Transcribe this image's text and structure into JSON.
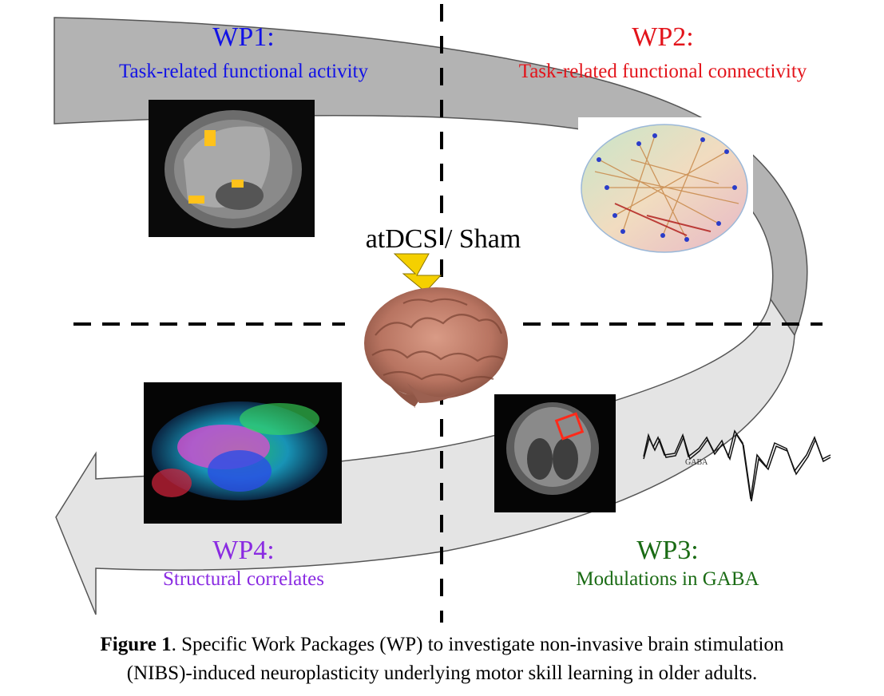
{
  "center": {
    "label": "atDCS / Sham",
    "brain_icon": "brain-icon",
    "bolt_icon": "lightning-bolt-icon",
    "bolt_color": "#f5d000"
  },
  "wp1": {
    "title": "WP1:",
    "subtitle": "Task-related functional activity",
    "color": "#1212e6",
    "image": "fmri-sagittal-activation-image"
  },
  "wp2": {
    "title": "WP2:",
    "subtitle": "Task-related functional connectivity",
    "color": "#e3141b",
    "image": "brain-connectivity-network-image"
  },
  "wp3": {
    "title": "WP3:",
    "subtitle": "Modulations in GABA",
    "color": "#1a6b14",
    "image": "mrs-coronal-voxel-image",
    "spectrum_label": "GABA",
    "spectrum_image": "gaba-spectrum-plot"
  },
  "wp4": {
    "title": "WP4:",
    "subtitle": "Structural correlates",
    "color": "#8a2be2",
    "image": "dti-tractography-image"
  },
  "caption": {
    "label": "Figure 1",
    "text": ". Specific Work Packages (WP) to investigate non-invasive brain stimulation",
    "line2": "(NIBS)-induced neuroplasticity underlying motor skill learning in older adults."
  },
  "colors": {
    "arrow_dark": "#b3b3b3",
    "arrow_light": "#e4e4e4",
    "divider": "#000000"
  }
}
